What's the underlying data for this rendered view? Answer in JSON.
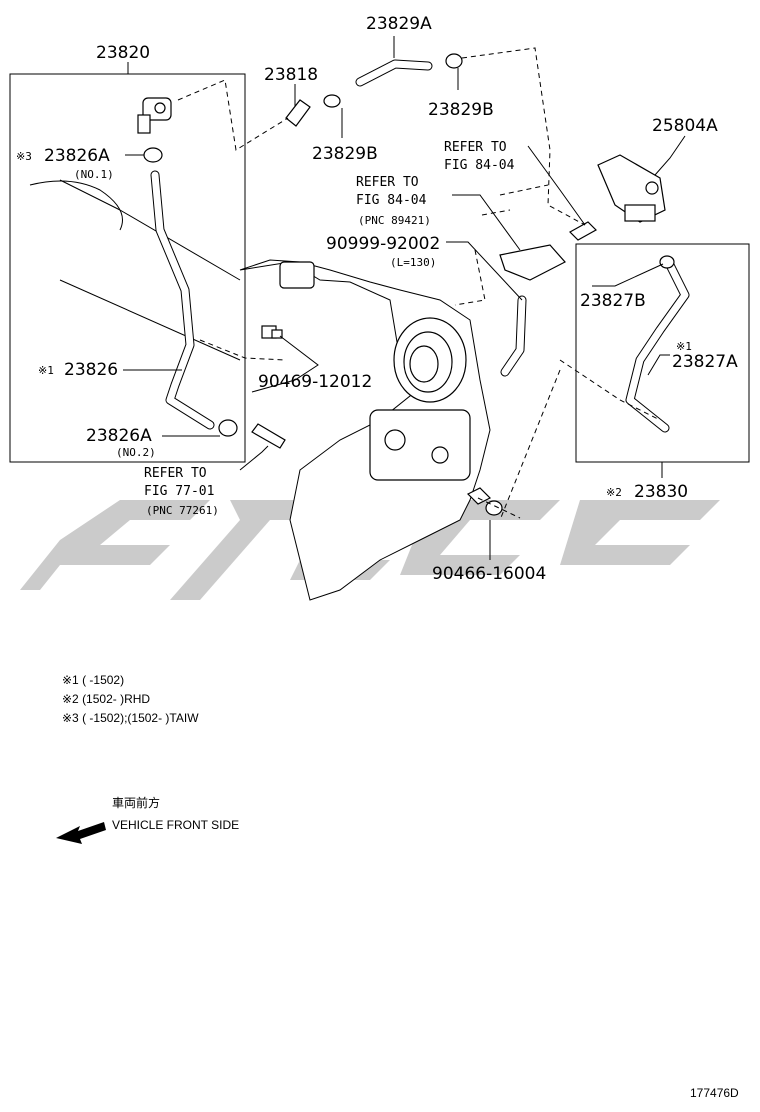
{
  "parts": {
    "p23820": "23820",
    "p23829A": "23829A",
    "p23818": "23818",
    "p23829B_a": "23829B",
    "p23829B_b": "23829B",
    "p25804A": "25804A",
    "p23826A_top": "23826A",
    "p23826A_top_mark": "※3",
    "p23826A_top_note": "(NO.1)",
    "p23826": "23826",
    "p23826_mark": "※1",
    "p23826A_bot": "23826A",
    "p23826A_bot_note": "(NO.2)",
    "p90469": "90469-12012",
    "p90999": "90999-92002",
    "p90999_note": "(L=130)",
    "p23827B": "23827B",
    "p23827A": "23827A",
    "p23827A_mark": "※1",
    "p23830": "23830",
    "p23830_mark": "※2",
    "p90466": "90466-16004"
  },
  "refs": {
    "ref1_line1": "REFER TO",
    "ref1_line2": "FIG 84-04",
    "ref2_line1": "REFER TO",
    "ref2_line2": "FIG 84-04",
    "ref2_pnc": "(PNC 89421)",
    "ref3_line1": "REFER TO",
    "ref3_line2": "FIG 77-01",
    "ref3_pnc": "(PNC 77261)"
  },
  "notes": {
    "n1": "※1 (      -1502)",
    "n2": "※2 (1502-      )RHD",
    "n3": "※3 (      -1502);(1502-      )TAIW"
  },
  "front": {
    "jp": "車両前方",
    "en": "VEHICLE FRONT SIDE"
  },
  "figure_id": "177476D"
}
